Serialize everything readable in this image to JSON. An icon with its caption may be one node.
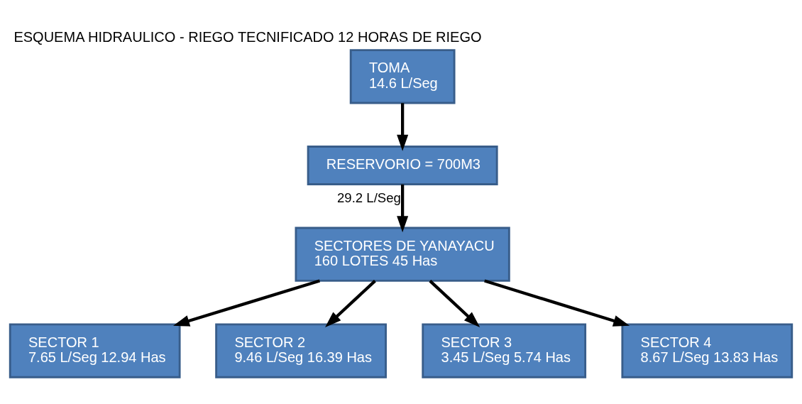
{
  "diagram": {
    "title": "ESQUEMA HIDRAULICO - RIEGO TECNIFICADO 12 HORAS DE RIEGO",
    "nodes": [
      {
        "text": [
          "TOMA",
          "14.6 L/Seg"
        ]
      },
      {
        "text": [
          "RESERVORIO = 700M3"
        ]
      },
      {
        "text": [
          "SECTORES DE YANAYACU",
          "160 LOTES 45 Has"
        ]
      },
      {
        "text": [
          "SECTOR 1",
          "7.65 L/Seg 12.94 Has"
        ]
      },
      {
        "text": [
          "SECTOR 2",
          "9.46 L/Seg 16.39 Has"
        ]
      },
      {
        "text": [
          "SECTOR 3",
          "3.45 L/Seg 5.74 Has"
        ]
      },
      {
        "text": [
          "SECTOR 4",
          "8.67 L/Seg 13.83 Has"
        ]
      }
    ],
    "edges": [
      {
        "from": 0,
        "to": 1,
        "arrow": "to"
      },
      {
        "from": 1,
        "to": 2,
        "arrow": "to",
        "label": "29.2 L/Seg"
      },
      {
        "from": 2,
        "to": 3,
        "arrow": "to"
      },
      {
        "from": 2,
        "to": 4,
        "arrow": "to"
      },
      {
        "from": 2,
        "to": 5,
        "arrow": "to"
      },
      {
        "from": 2,
        "to": 6,
        "arrow": "to"
      }
    ]
  }
}
